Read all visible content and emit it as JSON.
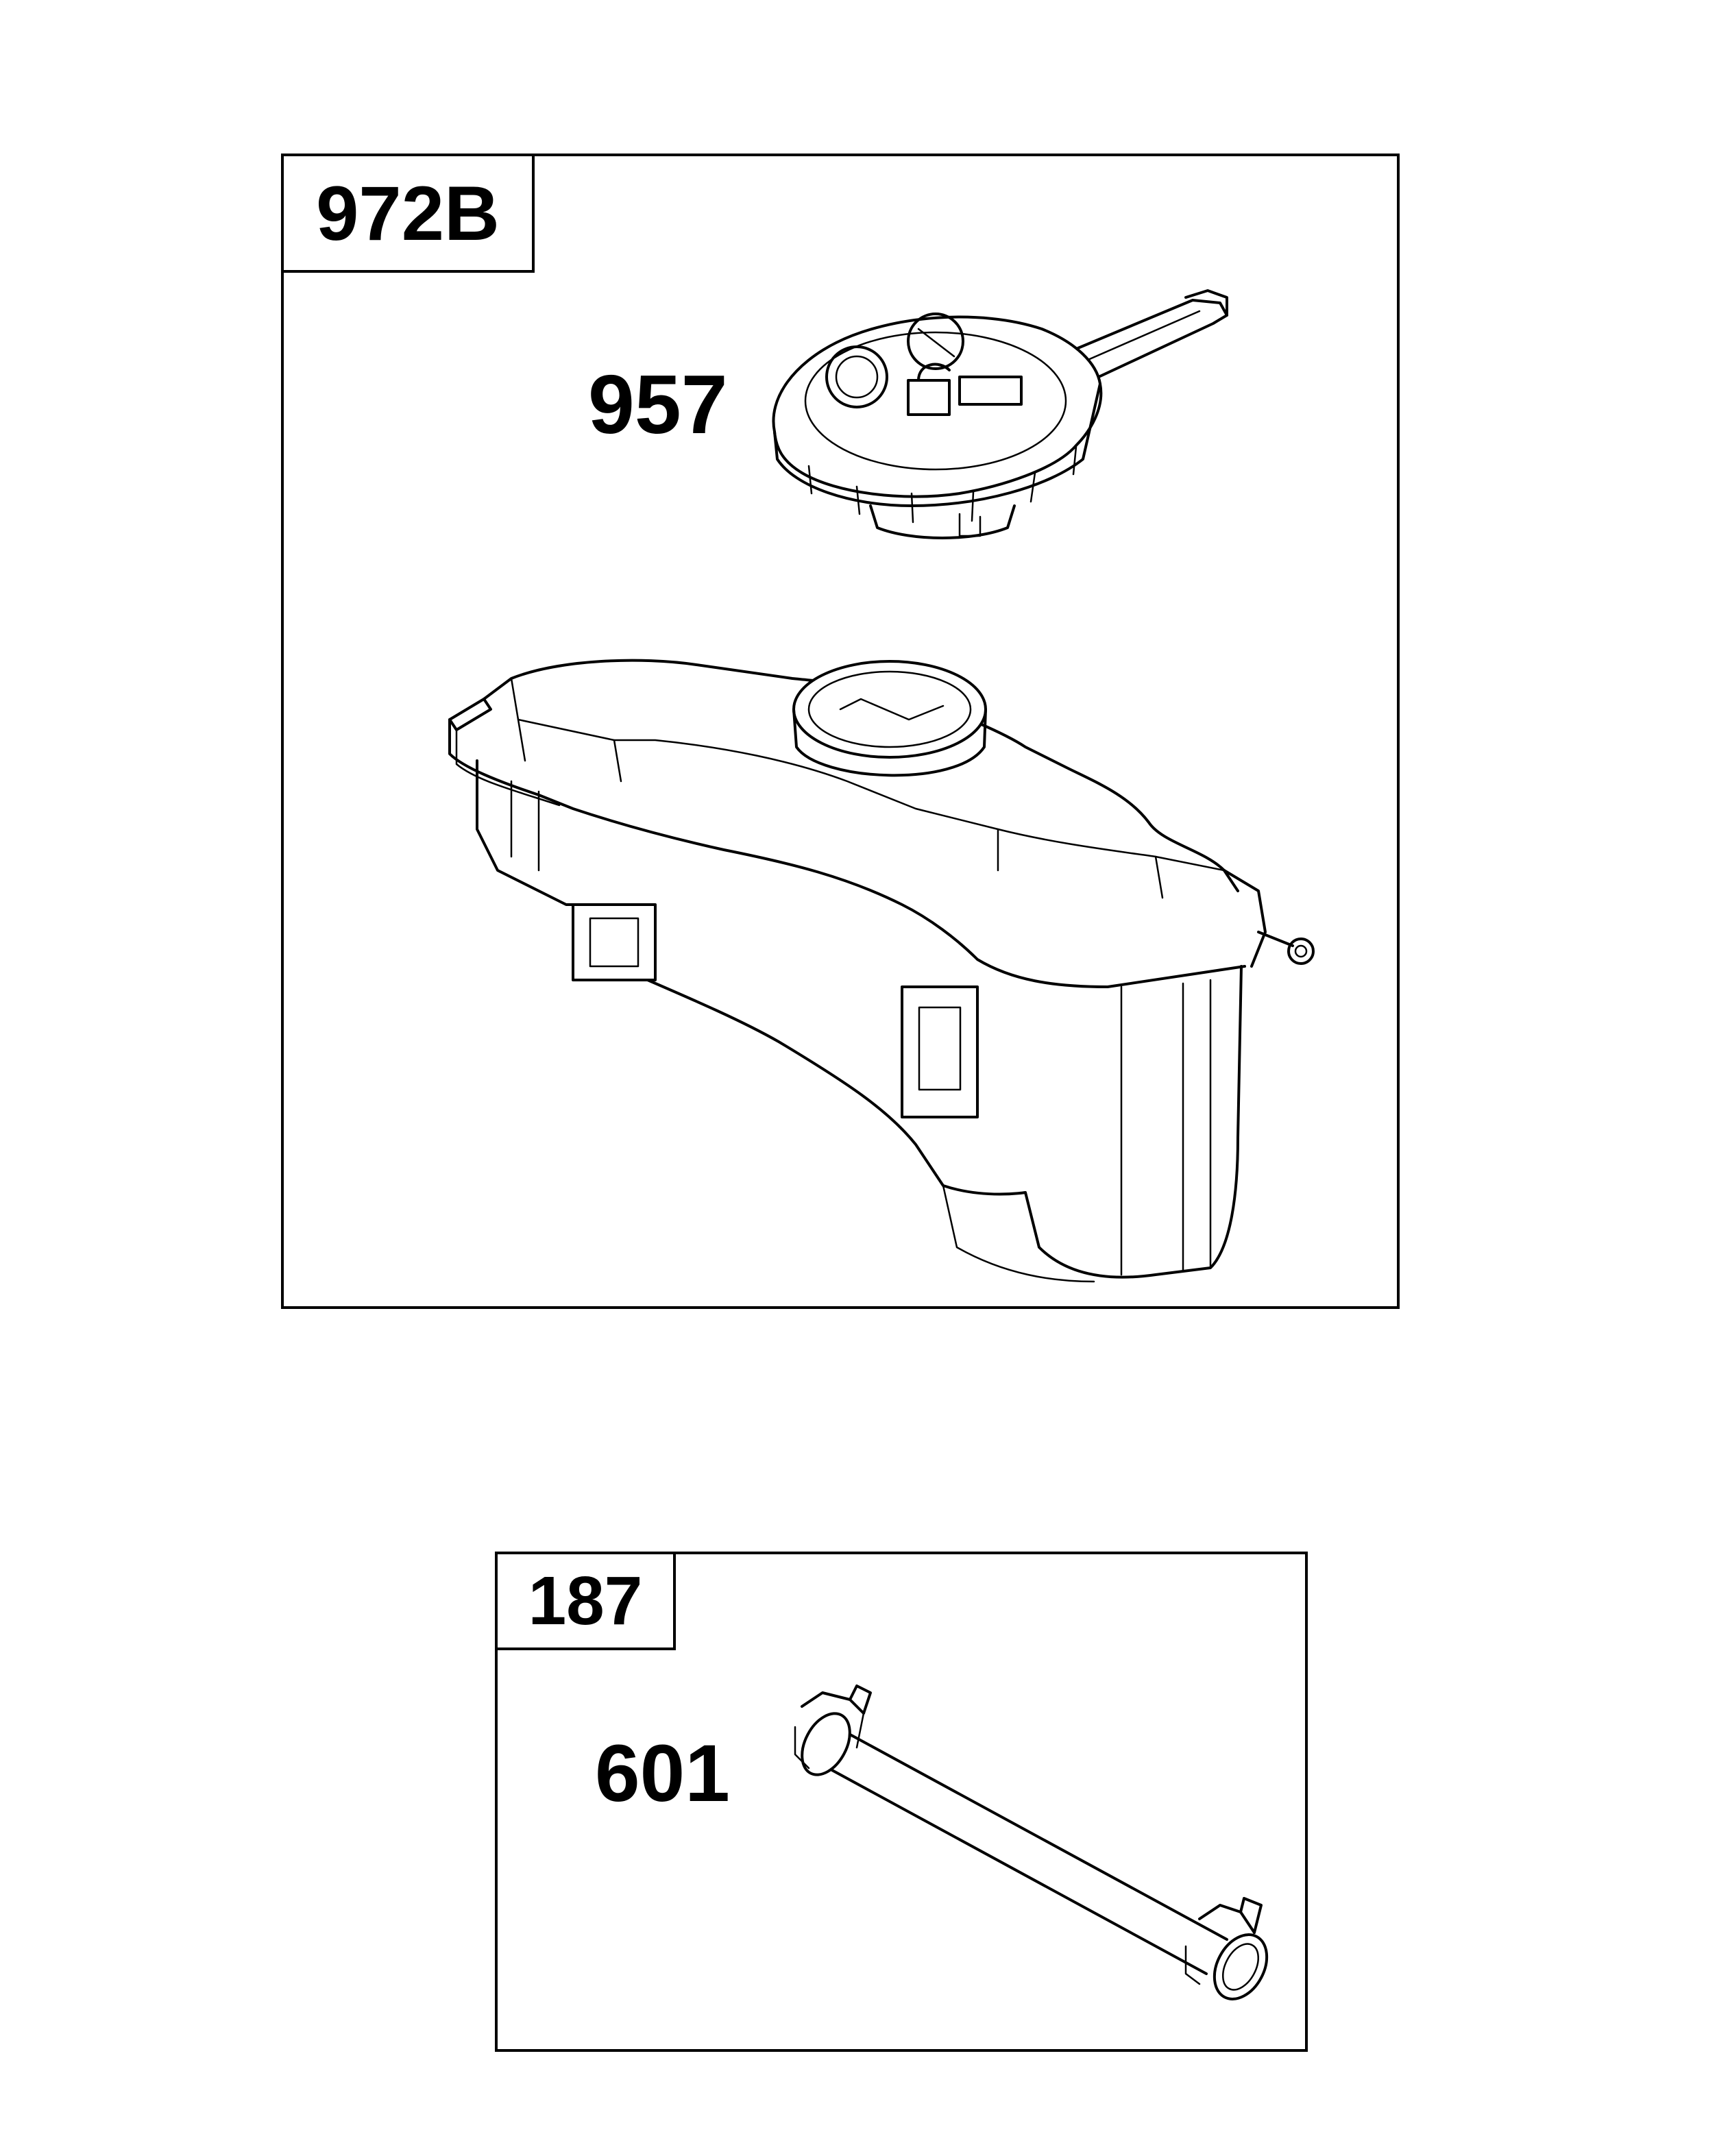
{
  "kits": [
    {
      "kit_number": "972B",
      "parts": [
        {
          "callout": "957",
          "icon": "fuel-cap-icon"
        },
        {
          "icon": "fuel-tank-icon"
        }
      ]
    },
    {
      "kit_number": "187",
      "parts": [
        {
          "callout": "601",
          "icon": "fuel-hose-icon"
        }
      ]
    }
  ]
}
